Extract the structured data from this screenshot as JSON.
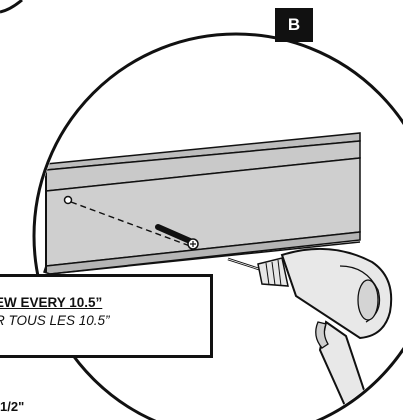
{
  "step_badge": "B",
  "callout": {
    "line1": "EW EVERY 10.5”",
    "line2": "R TOUS LES 10.5”"
  },
  "bottom_note": "1/2\"",
  "icons": [
    "power-drill-icon",
    "screw-icon"
  ]
}
